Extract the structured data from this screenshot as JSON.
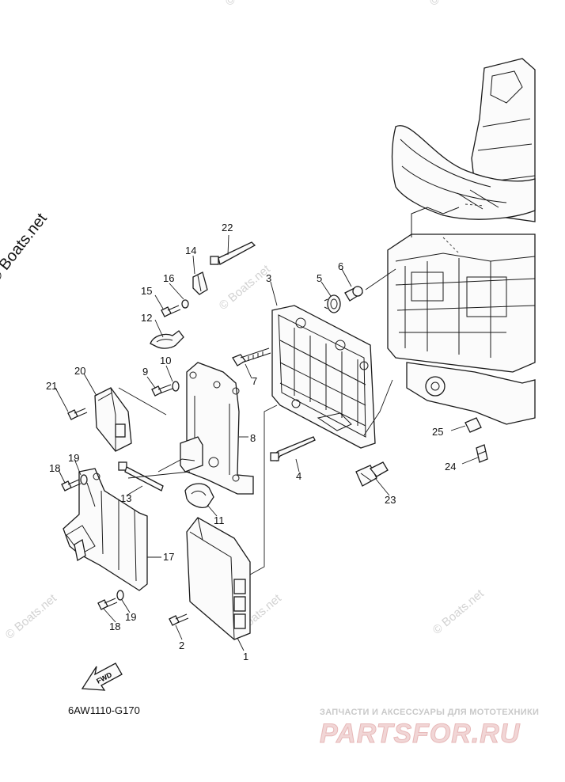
{
  "diagram": {
    "code": "6AW1110-G170",
    "fwd_label": "FWD",
    "callouts": [
      "1",
      "2",
      "3",
      "4",
      "5",
      "6",
      "7",
      "8",
      "9",
      "10",
      "11",
      "12",
      "13",
      "14",
      "15",
      "16",
      "17",
      "18",
      "19",
      "20",
      "21",
      "22",
      "23",
      "24",
      "25"
    ],
    "callout_18b": "18",
    "callout_19b": "19"
  },
  "watermarks": {
    "side": "© Boats.net",
    "faint": "© Boats.net"
  },
  "brand": {
    "tagline": "ЗАПЧАСТИ И АКСЕССУАРЫ ДЛЯ МОТОТЕХНИКИ",
    "logo": "PARTSFOR.RU"
  }
}
